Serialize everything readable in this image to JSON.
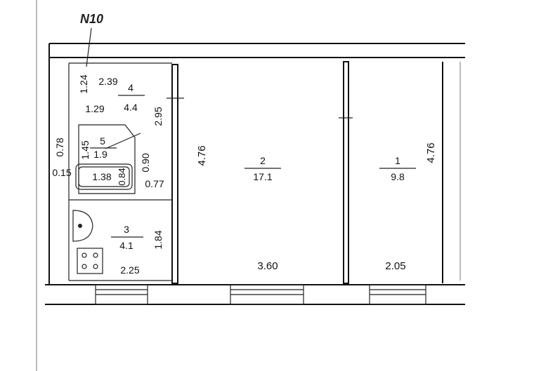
{
  "plan": {
    "apartment_no": "N10",
    "rooms": [
      {
        "number": "1",
        "area": "9.8"
      },
      {
        "number": "2",
        "area": "17.1"
      },
      {
        "number": "3",
        "area": "4.1"
      },
      {
        "number": "4",
        "area": "4.4"
      },
      {
        "number": "5",
        "area": "1.9"
      }
    ],
    "fixtures": {
      "bathtub": "1.38"
    },
    "dimensions": {
      "room1_length": "4.76",
      "room1_width": "2.05",
      "room2_length": "4.76",
      "room2_width": "3.60",
      "room3_length": "1.84",
      "room3_width": "2.25",
      "hall_length": "2.95",
      "hall_width_top": "2.39",
      "hall_width_bottom": "1.29",
      "hall_depth": "1.24",
      "bath_length": "1.45",
      "bath_width": "0.90",
      "bath_offset": "0.15",
      "bath_wall": "0.78",
      "tub_width": "0.84",
      "tub_end": "0.77"
    }
  }
}
